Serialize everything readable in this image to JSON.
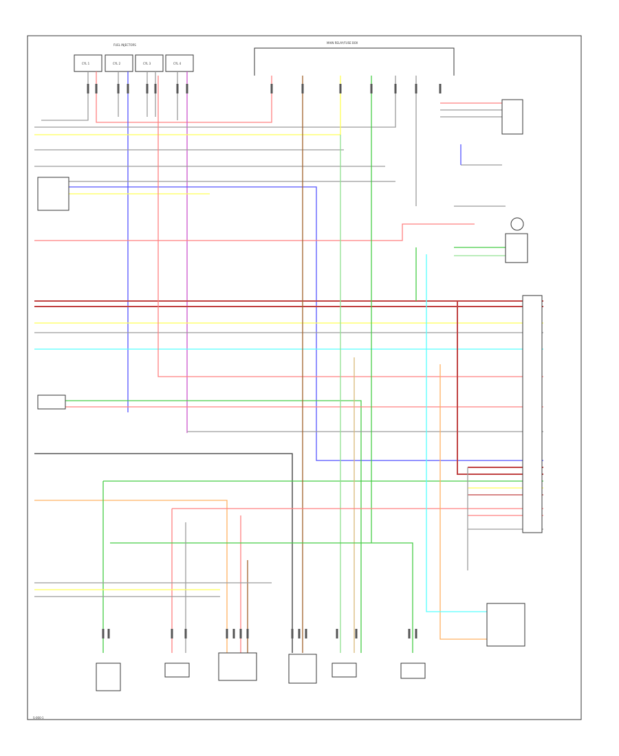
{
  "colors": {
    "red": "#ff7f7f",
    "darkred": "#c04040",
    "green": "#44cc44",
    "lightgreen": "#8fe08f",
    "yellow": "#ffff55",
    "blue": "#5555ff",
    "cyan": "#55ffff",
    "orange": "#ffb060",
    "brown": "#a0602a",
    "pink": "#ff9fcf",
    "violet": "#cc55cc",
    "gray": "#9a9a9a",
    "black": "#333333",
    "tan": "#d8b878"
  },
  "labels": {
    "top_fuse_group": "FUEL INJECTORS",
    "top_relay_group": "MAIN RELAY/FUSE BOX",
    "injector_1": "CYL 1",
    "injector_2": "CYL 2",
    "injector_3": "CYL 3",
    "injector_4": "CYL 4",
    "footer_code": "S-000-1"
  }
}
